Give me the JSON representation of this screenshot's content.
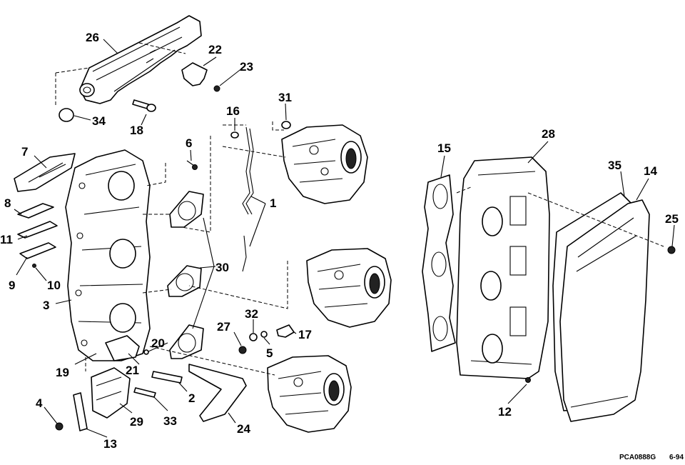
{
  "callouts": [
    "26",
    "22",
    "23",
    "34",
    "18",
    "31",
    "16",
    "6",
    "7",
    "8",
    "11",
    "9",
    "10",
    "3",
    "1",
    "30",
    "32",
    "27",
    "17",
    "5",
    "20",
    "19",
    "21",
    "4",
    "29",
    "13",
    "33",
    "2",
    "24",
    "15",
    "28",
    "35",
    "14",
    "25",
    "12"
  ],
  "footer": {
    "code": "PCA0888G",
    "date": "6-94"
  }
}
